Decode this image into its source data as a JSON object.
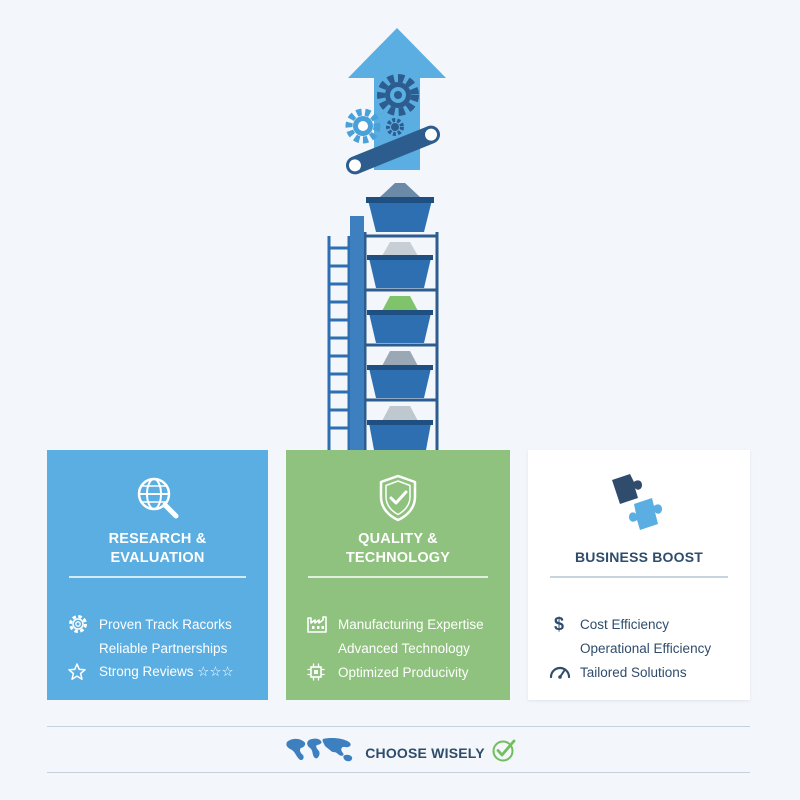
{
  "cards": [
    {
      "title_line1": "RESEARCH &",
      "title_line2": "EVALUATION",
      "icon": "globe-search-icon",
      "items": [
        {
          "label": "Proven Track Racorks",
          "icon": "gear-icon"
        },
        {
          "label": "Reliable Partnerships",
          "icon": ""
        },
        {
          "label": "Strong Reviews ☆☆☆",
          "icon": "star-icon"
        }
      ]
    },
    {
      "title_line1": "QUALITY &",
      "title_line2": "TECHNOLOGY",
      "icon": "shield-check-icon",
      "items": [
        {
          "label": "Manufacturing Expertise",
          "icon": "factory-icon"
        },
        {
          "label": "Advanced Technology",
          "icon": ""
        },
        {
          "label": "Optimized Producivity",
          "icon": "chip-icon"
        }
      ]
    },
    {
      "title_line1": "BUSINESS BOOST",
      "icon": "puzzle-icon",
      "items": [
        {
          "label": "Cost Efficiency",
          "icon": "dollar-icon"
        },
        {
          "label": "Operational Efficiency",
          "icon": ""
        },
        {
          "label": "Tailored Solutions",
          "icon": "gauge-icon"
        }
      ]
    }
  ],
  "footer": {
    "label": "CHOOSE WISELY",
    "left_icon": "world-map-icon",
    "right_icon": "check-icon"
  },
  "colors": {
    "blue_card": "#5aaee2",
    "green_card": "#8fc27e",
    "navy": "#2f4c6d",
    "tower_blue": "#3e7fbf",
    "arrow_blue": "#5aaee2",
    "check_green": "#6fbf5c"
  }
}
